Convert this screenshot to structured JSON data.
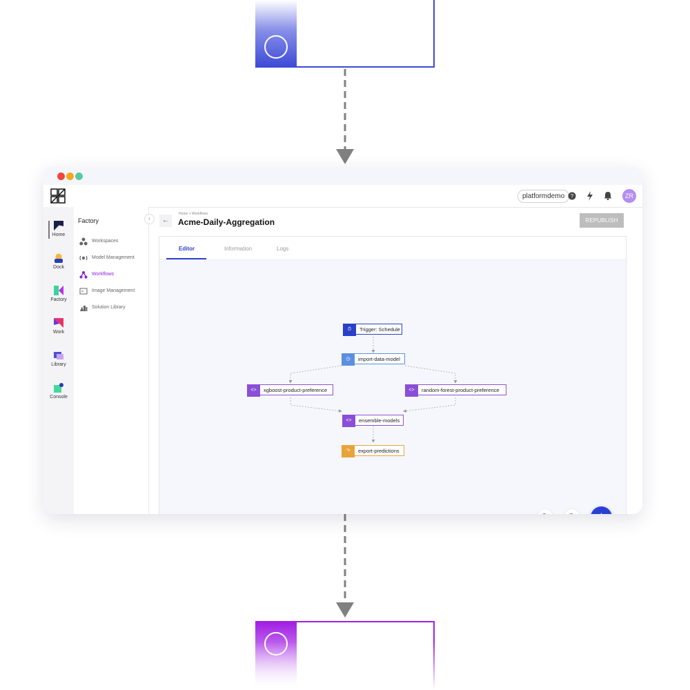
{
  "window": {
    "brand": "logo",
    "tenant": "platformdemo",
    "user_initials": "ZR"
  },
  "rail": [
    {
      "label": "Home",
      "icon": "home-icon"
    },
    {
      "label": "Dock",
      "icon": "dock-icon"
    },
    {
      "label": "Factory",
      "icon": "factory-icon"
    },
    {
      "label": "Work",
      "icon": "work-icon"
    },
    {
      "label": "Library",
      "icon": "library-icon"
    },
    {
      "label": "Console",
      "icon": "console-icon"
    }
  ],
  "sidebar": {
    "title": "Factory",
    "items": [
      {
        "label": "Workspaces",
        "icon": "workspaces-icon"
      },
      {
        "label": "Model Management",
        "icon": "model-management-icon"
      },
      {
        "label": "Workflows",
        "icon": "workflows-icon"
      },
      {
        "label": "Image Management",
        "icon": "image-management-icon"
      },
      {
        "label": "Solution Library",
        "icon": "solution-library-icon"
      }
    ],
    "active": "Workflows"
  },
  "header": {
    "breadcrumb": "Home > Workflows",
    "title": "Acme-Daily-Aggregation",
    "republish_label": "REPUBLISH"
  },
  "tabs": [
    {
      "label": "Editor",
      "active": true
    },
    {
      "label": "Information",
      "active": false
    },
    {
      "label": "Logs",
      "active": false
    }
  ],
  "workflow": {
    "nodes": [
      {
        "label": "Trigger: Schedule",
        "icon": "stopwatch-icon",
        "color": "#2a40c8"
      },
      {
        "label": "import-data-model",
        "icon": "clock-icon",
        "color": "#5b8fe0"
      },
      {
        "label": "xgboost-product-preference",
        "icon": "code-icon",
        "color": "#8a4fd6"
      },
      {
        "label": "random-forest-product-preference",
        "icon": "code-icon",
        "color": "#8a4fd6"
      },
      {
        "label": "ensemble-models",
        "icon": "code-icon",
        "color": "#8a4fd6"
      },
      {
        "label": "export-predictions",
        "icon": "export-icon",
        "color": "#e9a33a"
      }
    ]
  },
  "colors": {
    "accent": "#2a40d4",
    "active_nav": "#8c1fd6",
    "top_stub": "#3a4ad6",
    "bottom_stub": "#a11ee0"
  }
}
